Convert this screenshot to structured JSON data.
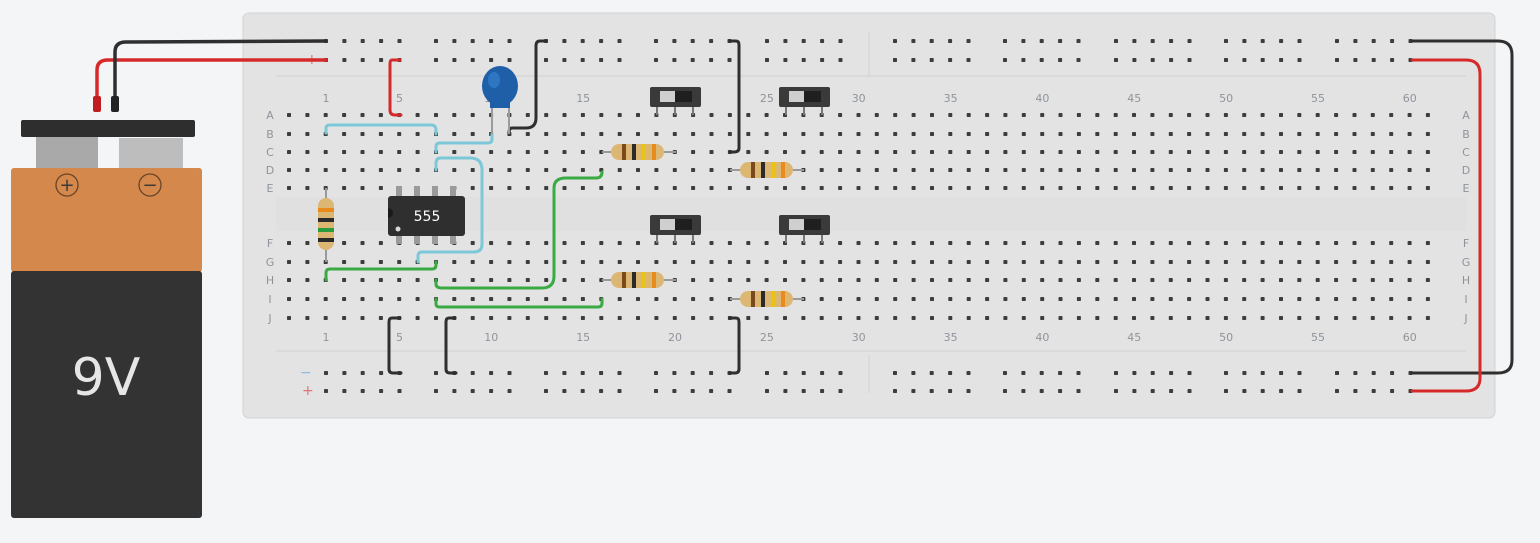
{
  "breadboard": {
    "column_labels": [
      "1",
      "5",
      "10",
      "15",
      "20",
      "25",
      "30",
      "35",
      "40",
      "45",
      "50",
      "55",
      "60"
    ],
    "top_row_letters": [
      "A",
      "B",
      "C",
      "D",
      "E"
    ],
    "bottom_row_letters": [
      "F",
      "G",
      "H",
      "I",
      "J"
    ],
    "rail_plus_sign": "+",
    "rail_minus_sign": "−"
  },
  "battery": {
    "label": "9V",
    "plus_symbol": "+",
    "minus_symbol": "−"
  },
  "ic": {
    "label": "555"
  },
  "colors": {
    "wire_red": "#d62a2a",
    "wire_black": "#2f2f2f",
    "wire_blue": "#7cc8d8",
    "wire_green": "#3aaa45",
    "battery_orange": "#d4884b",
    "battery_body": "#333333",
    "capacitor_blue": "#1f5fa8"
  },
  "components": {
    "resistors": 5,
    "slide_switches": 4,
    "capacitors": 1
  }
}
